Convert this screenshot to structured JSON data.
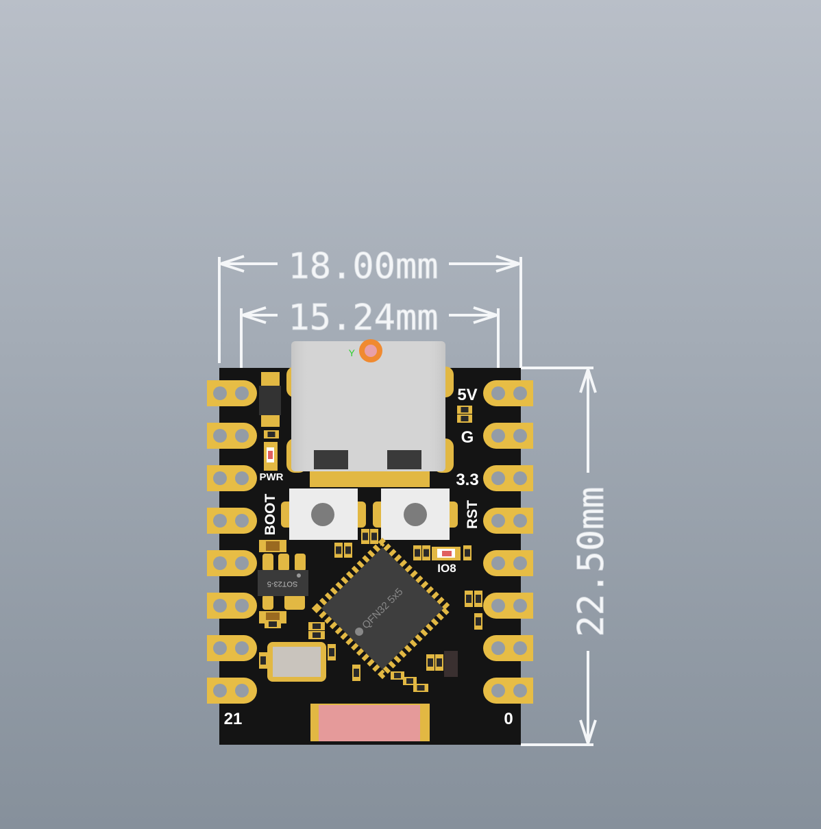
{
  "dimensions": {
    "board_width": "18.00mm",
    "pin_spacing": "15.24mm",
    "board_height": "22.50mm"
  },
  "axis_marker": "Y",
  "silkscreen": {
    "pwr": "PWR",
    "boot": "BOOT",
    "rst": "RST",
    "io8": "IO8",
    "pin_5v": "5V",
    "pin_g": "G",
    "pin_33": "3.3",
    "pin_21": "21",
    "pin_0": "0"
  },
  "components": {
    "mcu": "QFN32 5x5",
    "regulator": "SOT23-5"
  },
  "colors": {
    "board": "#141414",
    "copper_pads": "#e7bd45",
    "dimension_lines": "#f4f6f8",
    "antenna": "#e59a9a",
    "origin_marker": "#f08a30"
  }
}
